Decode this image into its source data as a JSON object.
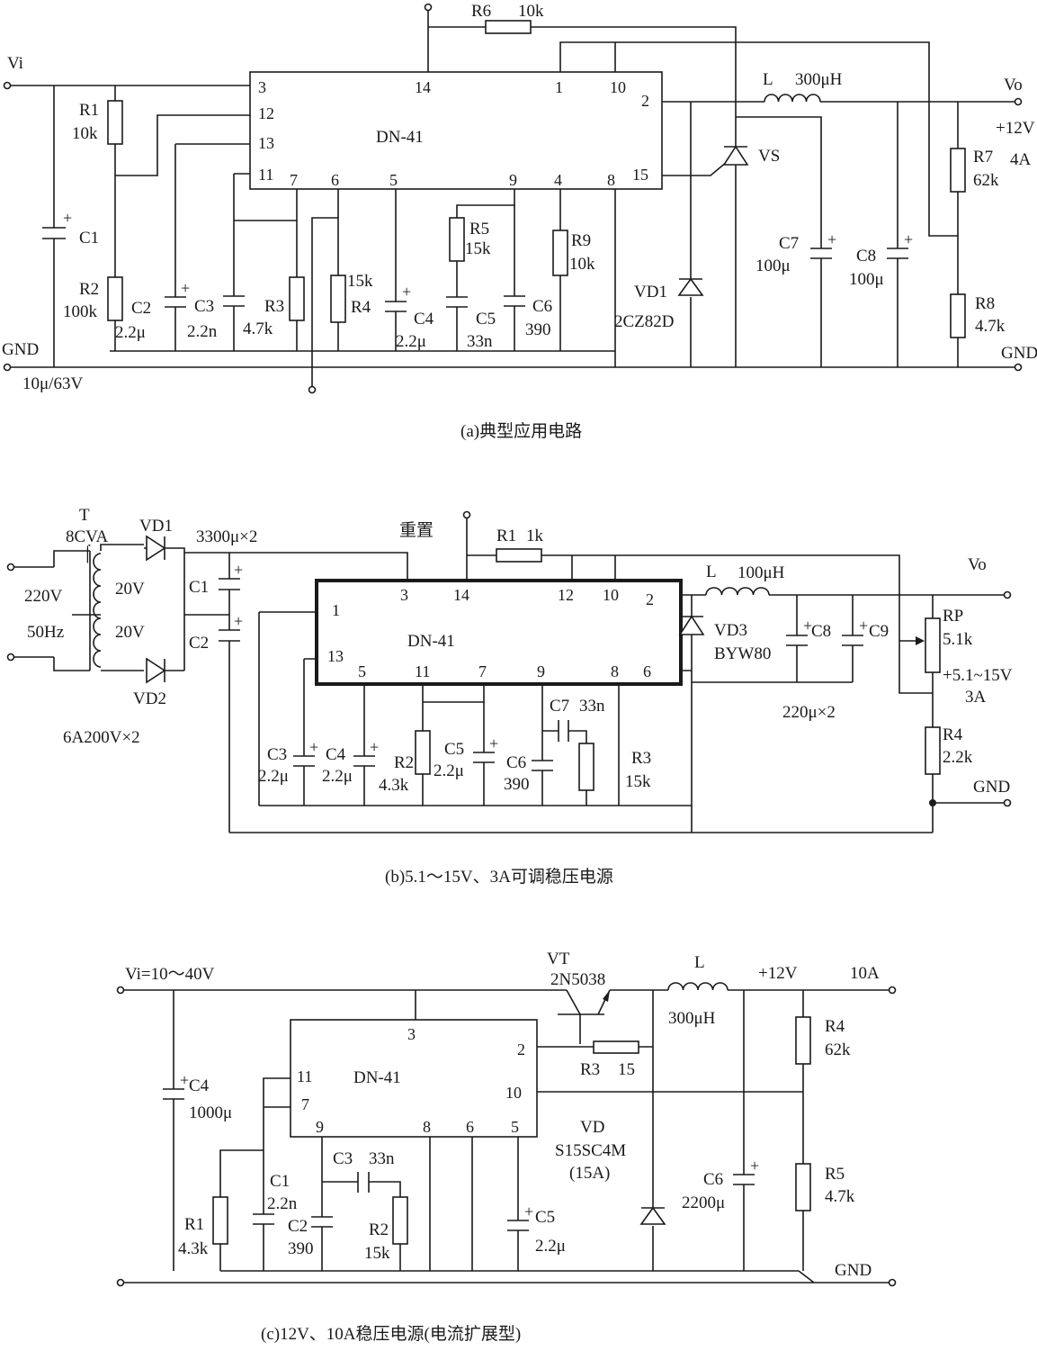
{
  "a": {
    "caption": "(a)典型应用电路",
    "ic": "DN-41",
    "vi": "Vi",
    "gnd_l": "GND",
    "vo": "Vo",
    "vout": "+12V",
    "iout": "4A",
    "gnd_r": "GND",
    "pins": {
      "p3": "3",
      "p14": "14",
      "p1": "1",
      "p10": "10",
      "p2": "2",
      "p12": "12",
      "p13": "13",
      "p11": "11",
      "p15": "15",
      "p7": "7",
      "p6": "6",
      "p5": "5",
      "p9": "9",
      "p4": "4",
      "p8": "8"
    },
    "r6": "R6",
    "r6v": "10k",
    "l": "L",
    "lv": "300μH",
    "vs": "VS",
    "r1": "R1",
    "r1v": "10k",
    "c1": "C1",
    "c1v": "10μ/63V",
    "r2": "R2",
    "r2v": "100k",
    "c2": "C2",
    "c2v": "2.2μ",
    "c3": "C3",
    "c3v": "2.2n",
    "r3": "R3",
    "r3v": "4.7k",
    "r4": "R4",
    "r4v": "15k",
    "c4": "C4",
    "c4v": "2.2μ",
    "r5": "R5",
    "r5v": "15k",
    "c5": "C5",
    "c5v": "33n",
    "c6": "C6",
    "c6v": "390",
    "r9": "R9",
    "r9v": "10k",
    "vd1": "VD1",
    "vd1v": "2CZ82D",
    "c7": "C7",
    "c7v": "100μ",
    "c8": "C8",
    "c8v": "100μ",
    "r7": "R7",
    "r7v": "62k",
    "r8": "R8",
    "r8v": "4.7k"
  },
  "b": {
    "caption": "(b)5.1～15V、3A可调稳压电源",
    "ic": "DN-41",
    "t": "T",
    "tva": "8CVA",
    "ac": "220V",
    "hz": "50Hz",
    "s1": "20V",
    "s2": "20V",
    "vd1": "VD1",
    "vd2": "VD2",
    "diodes": "6A200V×2",
    "cap12": "3300μ×2",
    "c1": "C1",
    "c2": "C2",
    "reset": "重置",
    "r1": "R1",
    "r1v": "1k",
    "l": "L",
    "lv": "100μH",
    "vo": "Vo",
    "pins": {
      "p3": "3",
      "p14": "14",
      "p12": "12",
      "p10": "10",
      "p2": "2",
      "p1": "1",
      "p13": "13",
      "p5": "5",
      "p11": "11",
      "p7": "7",
      "p9": "9",
      "p8": "8",
      "p6": "6"
    },
    "vd3": "VD3",
    "vd3v": "BYW80",
    "c8": "C8",
    "c9": "C9",
    "c89v": "220μ×2",
    "rp": "RP",
    "rpv": "5.1k",
    "range": "+5.1~15V",
    "cur": "3A",
    "r4": "R4",
    "r4v": "2.2k",
    "gnd": "GND",
    "c3": "C3",
    "c3v": "2.2μ",
    "c4": "C4",
    "c4v": "2.2μ",
    "r2": "R2",
    "r2v": "4.3k",
    "c5": "C5",
    "c5v": "2.2μ",
    "c6": "C6",
    "c6v": "390",
    "c7": "C7",
    "c7v": "33n",
    "r3": "R3",
    "r3v": "15k"
  },
  "c": {
    "caption": "(c)12V、10A稳压电源(电流扩展型)",
    "ic": "DN-41",
    "vi": "Vi=10～40V",
    "c4": "C4",
    "c4v": "1000μ",
    "vt": "VT",
    "vtv": "2N5038",
    "l": "L",
    "lv": "300μH",
    "vout": "+12V",
    "iout": "10A",
    "pins": {
      "p3": "3",
      "p2": "2",
      "p11": "11",
      "p7": "7",
      "p10": "10",
      "p9": "9",
      "p8": "8",
      "p6": "6",
      "p5": "5"
    },
    "r3": "R3",
    "r3v": "15",
    "r4": "R4",
    "r4v": "62k",
    "r5": "R5",
    "r5v": "4.7k",
    "vd": "VD",
    "vdv": "S15SC4M",
    "vdi": "(15A)",
    "c6": "C6",
    "c6v": "2200μ",
    "gnd": "GND",
    "r1": "R1",
    "r1v": "4.3k",
    "c1": "C1",
    "c1v": "2.2n",
    "c2": "C2",
    "c2v": "390",
    "c3": "C3",
    "c3v": "33n",
    "r2": "R2",
    "r2v": "15k",
    "c5": "C5",
    "c5v": "2.2μ"
  }
}
